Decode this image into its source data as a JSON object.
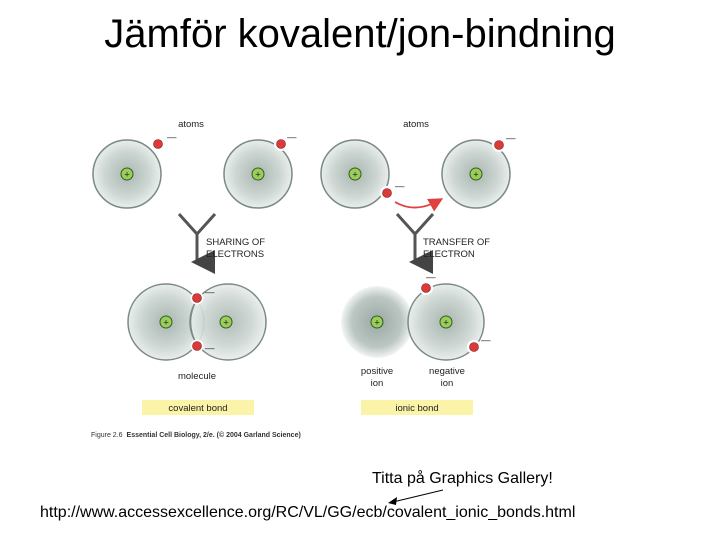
{
  "slide": {
    "title": "Jämför kovalent/jon-bindning",
    "gallery_note": "Titta på Graphics Gallery!",
    "url": "http://www.accessexcellence.org/RC/VL/GG/ecb/covalent_ionic_bonds.html"
  },
  "figure": {
    "covalent": {
      "atoms_label": "atoms",
      "process_line1": "SHARING OF",
      "process_line2": "ELECTRONS",
      "result_label": "molecule",
      "bond_label": "covalent bond"
    },
    "ionic": {
      "atoms_label": "atoms",
      "process_line1": "TRANSFER OF",
      "process_line2": "ELECTRON",
      "positive_line1": "positive",
      "positive_line2": "ion",
      "negative_line1": "negative",
      "negative_line2": "ion",
      "bond_label": "ionic bond"
    },
    "caption_number": "Figure 2.6",
    "caption_source": "Essential Cell Biology, 2/e. (© 2004 Garland Science)",
    "symbols": {
      "plus": "+",
      "minus": "—"
    },
    "colors": {
      "electron": "#d93a3a",
      "nucleus": "#9acd5a",
      "bond_box": "#fbf3a8",
      "transfer_arrow": "#e04040",
      "atom_fill": "#d4dcd8",
      "atom_stroke": "#7a8a84"
    }
  }
}
